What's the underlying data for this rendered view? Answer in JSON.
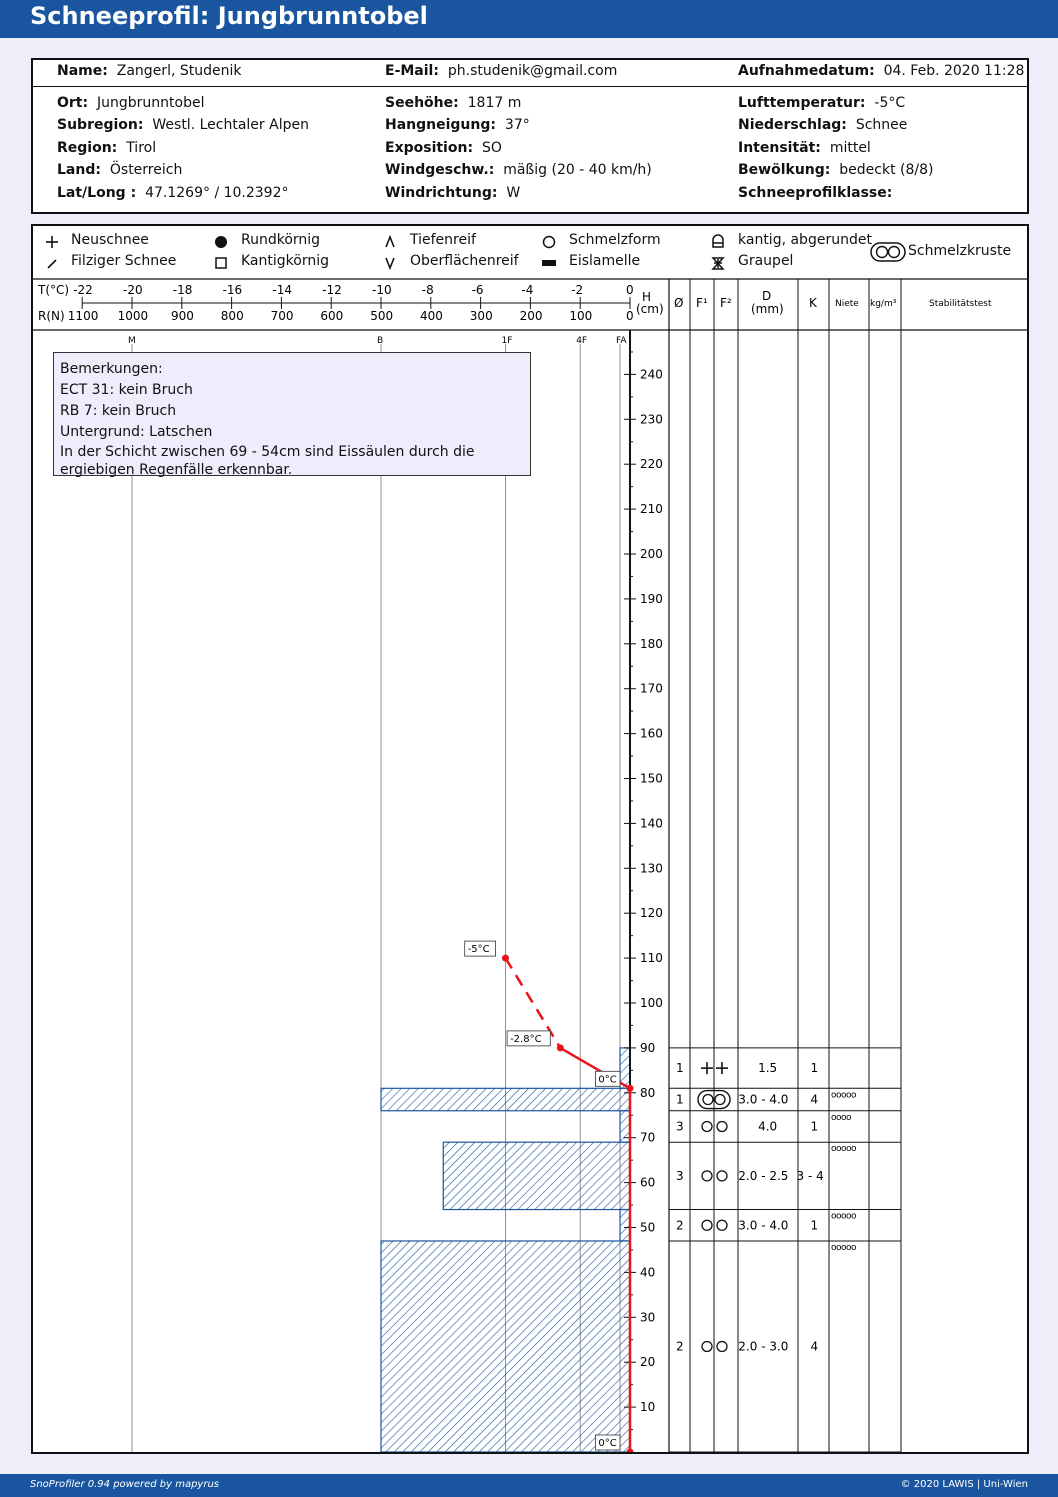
{
  "title": "Schneeprofil: Jungbrunntobel",
  "header": {
    "name_label": "Name:",
    "name": "Zangerl, Studenik",
    "email_label": "E-Mail:",
    "email": "ph.studenik@gmail.com",
    "date_label": "Aufnahmedatum:",
    "date": "04. Feb. 2020 11:28"
  },
  "site": {
    "ort_label": "Ort:",
    "ort": "Jungbrunntobel",
    "subregion_label": "Subregion:",
    "subregion": "Westl. Lechtaler Alpen",
    "region_label": "Region:",
    "region": "Tirol",
    "land_label": "Land:",
    "land": "Österreich",
    "latlong_label": "Lat/Long :",
    "latlong": "47.1269° / 10.2392°",
    "seehoehe_label": "Seehöhe:",
    "seehoehe": "1817 m",
    "hang_label": "Hangneigung:",
    "hang": "37°",
    "expo_label": "Exposition:",
    "expo": "SO",
    "wind_label": "Windgeschw.:",
    "wind": "mäßig (20 - 40 km/h)",
    "windr_label": "Windrichtung:",
    "windr": "W",
    "luft_label": "Lufttemperatur:",
    "luft": "-5°C",
    "nied_label": "Niederschlag:",
    "nied": "Schnee",
    "int_label": "Intensität:",
    "int": "mittel",
    "bew_label": "Bewölkung:",
    "bew": "bedeckt (8/8)",
    "klasse_label": "Schneeprofilklasse:"
  },
  "legend": {
    "neuschnee": "Neuschnee",
    "filzig": "Filziger Schnee",
    "rundkoernig": "Rundkörnig",
    "kantigkoernig": "Kantigkörnig",
    "tiefenreif": "Tiefenreif",
    "oberflaechenreif": "Oberflächenreif",
    "schmelzform": "Schmelzform",
    "eislamelle": "Eislamelle",
    "kantig_abgerundet": "kantig, abgerundet",
    "graupel": "Graupel",
    "schmelzkruste": "Schmelzkruste"
  },
  "columns": {
    "t_label": "T(°C)",
    "r_label": "R(N)",
    "h_label": "H",
    "h_unit": "(cm)",
    "diam": "Ø",
    "f1": "F¹",
    "f2": "F²",
    "d_label": "D",
    "d_unit": "(mm)",
    "k": "K",
    "niete": "Niete",
    "kgm3": "kg/m³",
    "stab": "Stabilitätstest"
  },
  "remarks": [
    "Bemerkungen:",
    "ECT 31: kein Bruch",
    "RB 7: kein Bruch",
    "Untergrund: Latschen",
    "In der Schicht zwischen 69 - 54cm sind Eissäulen durch die",
    "ergiebigen Regenfälle erkennbar."
  ],
  "chart_data": {
    "type": "snow-profile",
    "temp_axis": {
      "label": "T(°C)",
      "ticks": [
        -22,
        -20,
        -18,
        -16,
        -14,
        -12,
        -10,
        -8,
        -6,
        -4,
        -2,
        0
      ]
    },
    "ram_axis": {
      "label": "R(N)",
      "ticks": [
        1100,
        1000,
        900,
        800,
        700,
        600,
        500,
        400,
        300,
        200,
        100,
        0
      ]
    },
    "hardness_ticks": [
      {
        "label": "M",
        "temp": -20
      },
      {
        "label": "B",
        "temp": -10
      },
      {
        "label": "1F",
        "temp": -5
      },
      {
        "label": "4F",
        "temp": -2
      },
      {
        "label": "FA",
        "temp": -0.4
      }
    ],
    "height_axis": {
      "label": "H (cm)",
      "ylim": [
        0,
        250
      ],
      "ticks": [
        10,
        20,
        30,
        40,
        50,
        60,
        70,
        80,
        90,
        100,
        110,
        120,
        130,
        140,
        150,
        160,
        170,
        180,
        190,
        200,
        210,
        220,
        230,
        240
      ]
    },
    "hardness_layers": [
      {
        "bottom": 0,
        "top": 47,
        "ram": 500
      },
      {
        "bottom": 47,
        "top": 54,
        "ram": 20
      },
      {
        "bottom": 54,
        "top": 69,
        "ram": 375
      },
      {
        "bottom": 69,
        "top": 76,
        "ram": 20
      },
      {
        "bottom": 76,
        "top": 81,
        "ram": 500
      },
      {
        "bottom": 81,
        "top": 90,
        "ram": 20
      }
    ],
    "temperature": [
      {
        "h": 110,
        "t": -5,
        "label": "-5°C",
        "style": "dashed"
      },
      {
        "h": 90,
        "t": -2.8,
        "label": "-2.8°C",
        "style": "dashed"
      },
      {
        "h": 81,
        "t": 0,
        "label": "0°C",
        "style": "solid"
      },
      {
        "h": 0,
        "t": 0,
        "label": "0°C",
        "style": "solid"
      }
    ],
    "layer_rows": [
      {
        "bottom": 81,
        "top": 90,
        "diam": "1",
        "forms": [
          "plus",
          "plus"
        ],
        "d": "1.5",
        "k": "1",
        "niete": ""
      },
      {
        "bottom": 76,
        "top": 81,
        "diam": "1",
        "forms": [
          "crust"
        ],
        "d": "3.0 - 4.0",
        "k": "4",
        "niete": "ooooo"
      },
      {
        "bottom": 69,
        "top": 76,
        "diam": "3",
        "forms": [
          "circle",
          "circle"
        ],
        "d": "4.0",
        "k": "1",
        "niete": "oooo"
      },
      {
        "bottom": 54,
        "top": 69,
        "diam": "3",
        "forms": [
          "circle",
          "circle"
        ],
        "d": "2.0 - 2.5",
        "k": "3 - 4",
        "niete": "ooooo"
      },
      {
        "bottom": 47,
        "top": 54,
        "diam": "2",
        "forms": [
          "circle",
          "circle"
        ],
        "d": "3.0 - 4.0",
        "k": "1",
        "niete": "ooooo"
      },
      {
        "bottom": 0,
        "top": 47,
        "diam": "2",
        "forms": [
          "circle",
          "circle"
        ],
        "d": "2.0 - 3.0",
        "k": "4",
        "niete": "ooooo"
      }
    ]
  },
  "footer": {
    "left": "SnoProfiler 0.94 powered by mapyrus",
    "right": "© 2020 LAWIS | Uni-Wien"
  },
  "colors": {
    "header": "#1a56a0",
    "hatch": "#1a56a0",
    "temperature": "#e8141a"
  }
}
